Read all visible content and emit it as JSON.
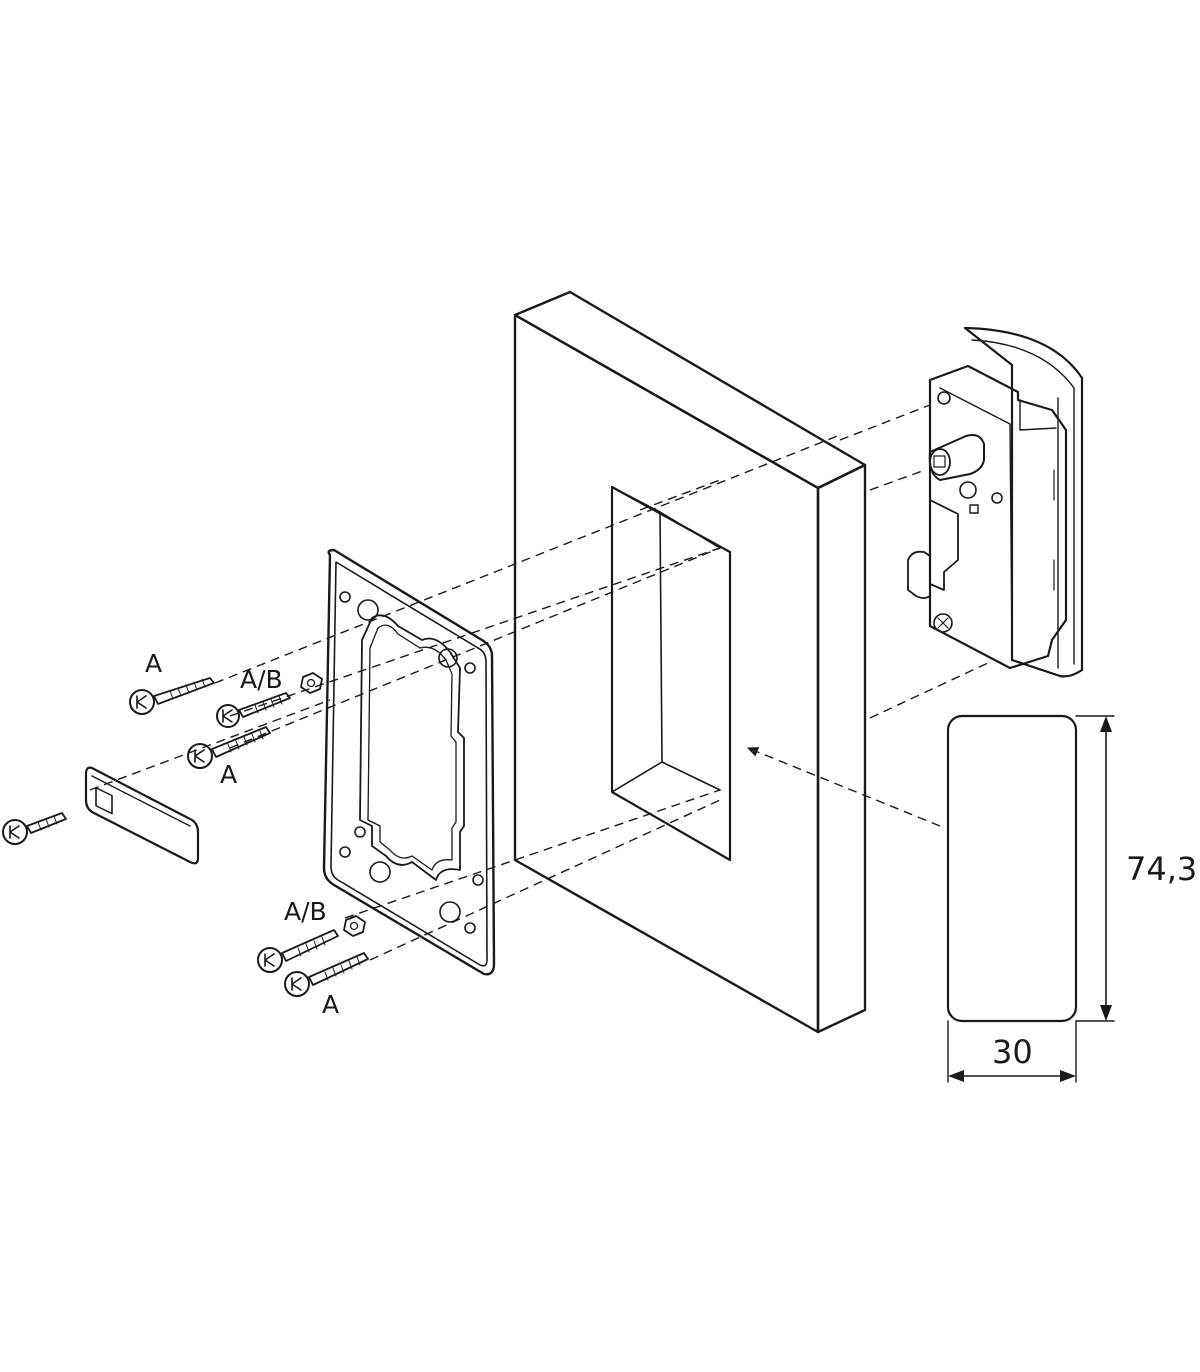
{
  "labels": {
    "screw_top": "A",
    "screw_ab_top": "A/B",
    "screw_mid": "A",
    "screw_ab_bottom": "A/B",
    "screw_bottom": "A"
  },
  "dimensions": {
    "height": "74,3",
    "width": "30"
  },
  "colors": {
    "line": "#1a1a1a",
    "panel_fill": "#ffffff",
    "shade": "#cfcfcf"
  }
}
